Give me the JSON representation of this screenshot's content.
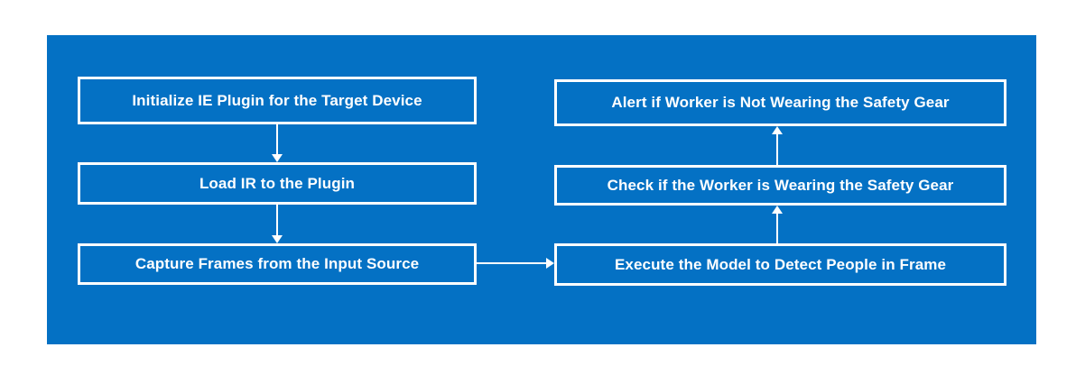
{
  "diagram": {
    "type": "flowchart",
    "colors": {
      "page_background": "#ffffff",
      "panel_blue": "#0471c4",
      "box_border": "#ffffff",
      "text": "#ffffff"
    },
    "nodes": [
      {
        "id": "init-plugin",
        "label": "Initialize IE Plugin for the Target Device"
      },
      {
        "id": "load-ir",
        "label": "Load IR to the Plugin"
      },
      {
        "id": "capture-frames",
        "label": "Capture Frames from the Input Source"
      },
      {
        "id": "alert-worker",
        "label": "Alert if Worker is Not Wearing the Safety Gear"
      },
      {
        "id": "check-worker",
        "label": "Check if the Worker is Wearing the Safety Gear"
      },
      {
        "id": "execute-model",
        "label": "Execute the Model to Detect People in Frame"
      }
    ],
    "edges": [
      {
        "from": "init-plugin",
        "to": "load-ir",
        "direction": "down"
      },
      {
        "from": "load-ir",
        "to": "capture-frames",
        "direction": "down"
      },
      {
        "from": "capture-frames",
        "to": "execute-model",
        "direction": "right"
      },
      {
        "from": "execute-model",
        "to": "check-worker",
        "direction": "up"
      },
      {
        "from": "check-worker",
        "to": "alert-worker",
        "direction": "up"
      }
    ]
  }
}
